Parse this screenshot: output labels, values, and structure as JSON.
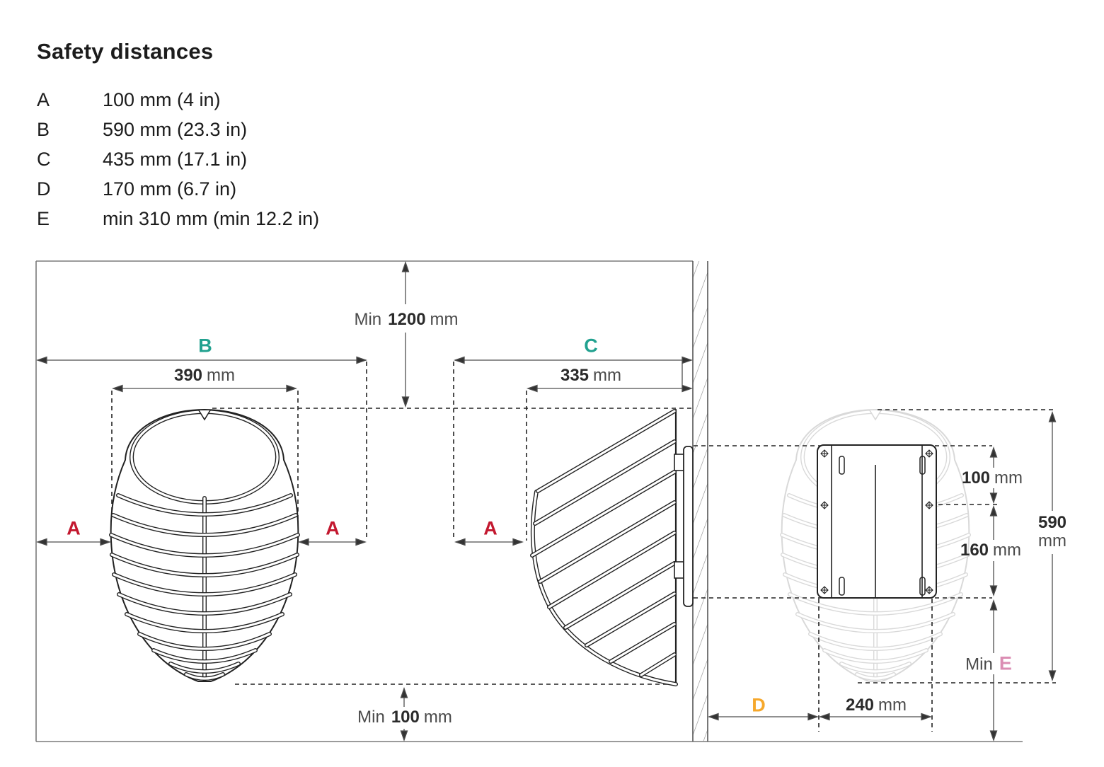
{
  "title": "Safety distances",
  "legend": {
    "items": [
      {
        "key": "A",
        "value": "100 mm (4 in)"
      },
      {
        "key": "B",
        "value": "590 mm (23.3 in)"
      },
      {
        "key": "C",
        "value": "435 mm (17.1 in)"
      },
      {
        "key": "D",
        "value": "170 mm (6.7 in)"
      },
      {
        "key": "E",
        "value": "min 310 mm (min 12.2 in)"
      }
    ]
  },
  "diagram": {
    "letters": {
      "a": "A",
      "b": "B",
      "c": "C",
      "d": "D",
      "e": "E"
    },
    "min_label": "Min",
    "unit": "mm",
    "ceiling_clearance_value": "1200",
    "floor_clearance_value": "100",
    "heater_width_value": "390",
    "wall_to_front_value": "335",
    "plate_top_offset_value": "100",
    "plate_hole_span_value": "160",
    "overall_height_value": "590",
    "plate_width_value": "240",
    "colors": {
      "teal": "#21A18F",
      "red": "#C3182F",
      "orange": "#F6A82C",
      "pink": "#DB8DB3",
      "ink": "#2B2B2B",
      "muted": "#4A4A4A"
    }
  }
}
